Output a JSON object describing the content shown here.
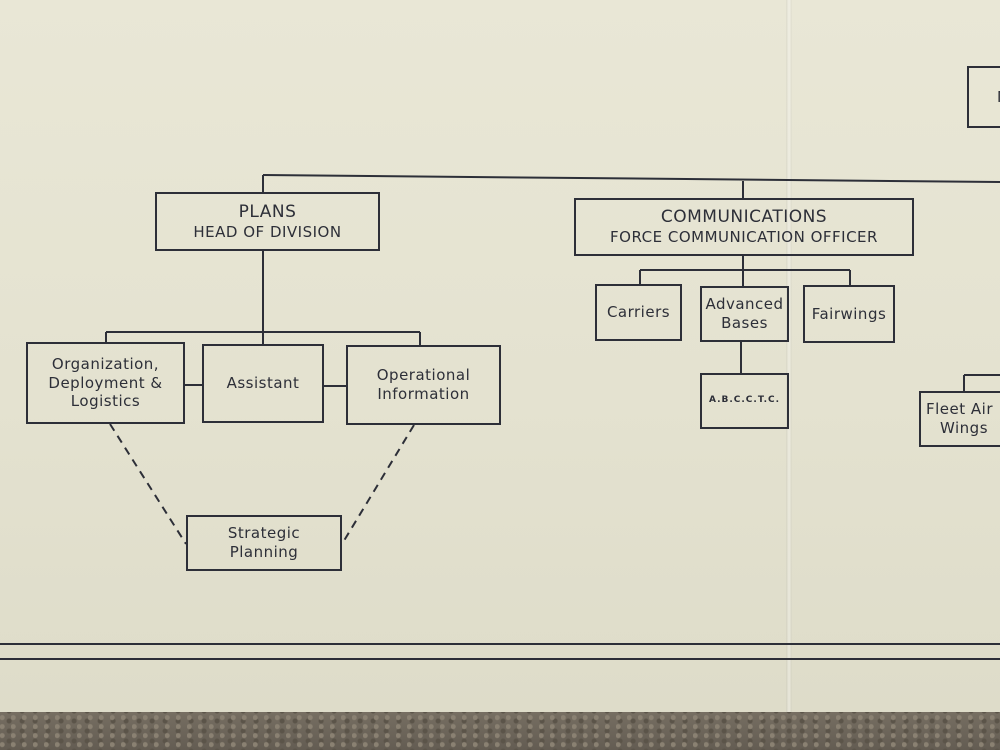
{
  "plans": {
    "title": "PLANS",
    "subtitle": "HEAD OF DIVISION"
  },
  "plans_units": {
    "org": [
      "Organization,",
      "Deployment &",
      "Logistics"
    ],
    "assistant": "Assistant",
    "operational": [
      "Operational",
      "Information"
    ],
    "strategic": [
      "Strategic",
      "Planning"
    ]
  },
  "communications": {
    "title": "COMMUNICATIONS",
    "subtitle": "FORCE COMMUNICATION OFFICER"
  },
  "comm_units": {
    "carriers": "Carriers",
    "advanced_bases": [
      "Advanced",
      "Bases"
    ],
    "fairwings": "Fairwings",
    "abcctc": "A.B.C.C.T.C."
  },
  "fleet_air_wings": [
    "Fleet Air",
    "Wings"
  ],
  "partial_top_box": "M"
}
